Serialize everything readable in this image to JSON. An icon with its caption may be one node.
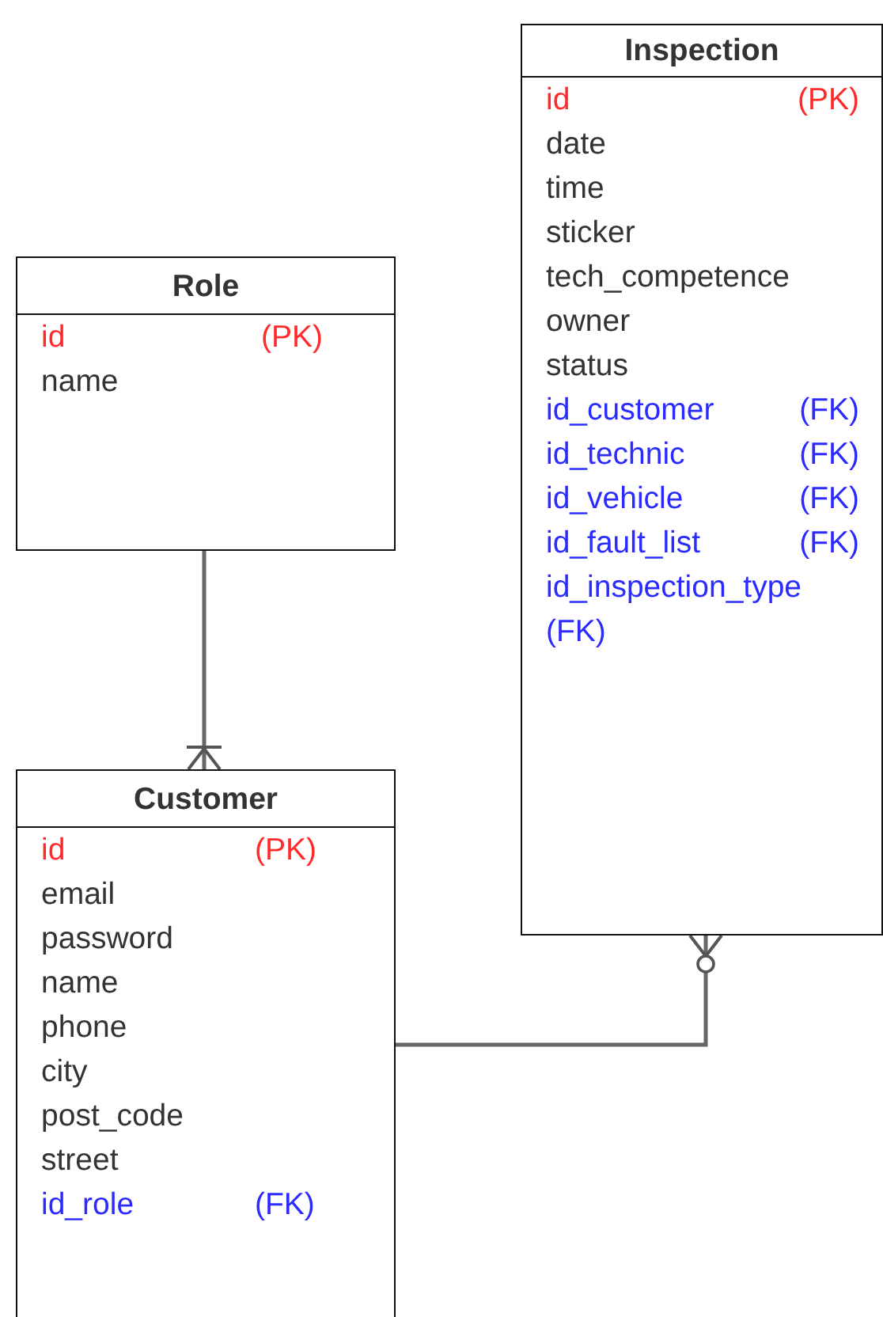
{
  "diagram": {
    "nodes": [
      {
        "text": [
          "Inspection",
          "id",
          "(PK)",
          "date",
          "time",
          "sticker",
          "tech_competence",
          "owner",
          "status",
          "id_customer",
          "(FK)",
          "id_technic",
          "(FK)",
          "id_vehicle",
          "(FK)",
          "id_fault_list",
          "(FK)",
          "id_inspection_type",
          "(FK)"
        ]
      },
      {
        "text": [
          "Role",
          "id",
          "(PK)",
          "name"
        ]
      },
      {
        "text": [
          "Customer",
          "id",
          "(PK)",
          "email",
          "password",
          "name",
          "phone",
          "city",
          "post_code",
          "street",
          "id_role",
          "(FK)"
        ]
      }
    ],
    "edges": [
      {
        "from": 1,
        "to": 2,
        "arrow": "other"
      },
      {
        "from": 2,
        "to": 0,
        "arrow": "other"
      }
    ]
  }
}
